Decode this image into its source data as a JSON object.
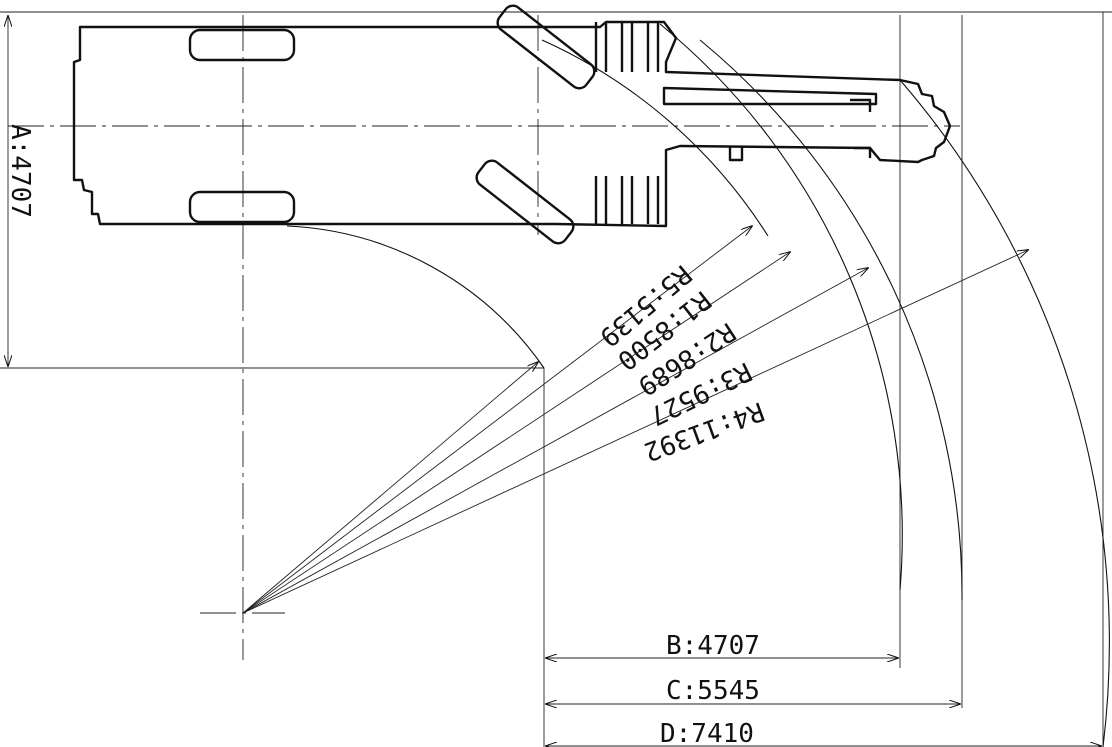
{
  "dimensions": {
    "A": "A:4707",
    "B": "B:4707",
    "C": "C:5545",
    "D": "D:7410"
  },
  "radii": {
    "R5": "R5:5139",
    "R1": "R1:8500",
    "R2": "R2:8689",
    "R3": "R3:9527",
    "R4": "R4:11392"
  },
  "colors": {
    "line": "#111111",
    "background": "#ffffff"
  }
}
